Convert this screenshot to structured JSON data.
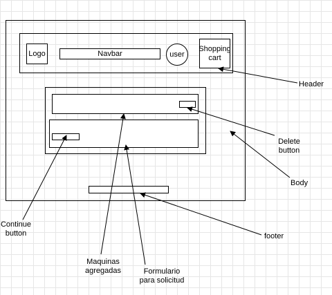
{
  "header": {
    "logo": "Logo",
    "navbar": "Navbar",
    "user": "user",
    "cart_line1": "Shopping",
    "cart_line2": "cart"
  },
  "annotations": {
    "header": "Header",
    "delete_line1": "Delete",
    "delete_line2": "button",
    "body": "Body",
    "continue_line1": "Continue",
    "continue_line2": "button",
    "footer": "footer",
    "maquinas_line1": "Maquinas",
    "maquinas_line2": "agregadas",
    "formulario_line1": "Formulario",
    "formulario_line2": "para solicitud"
  }
}
